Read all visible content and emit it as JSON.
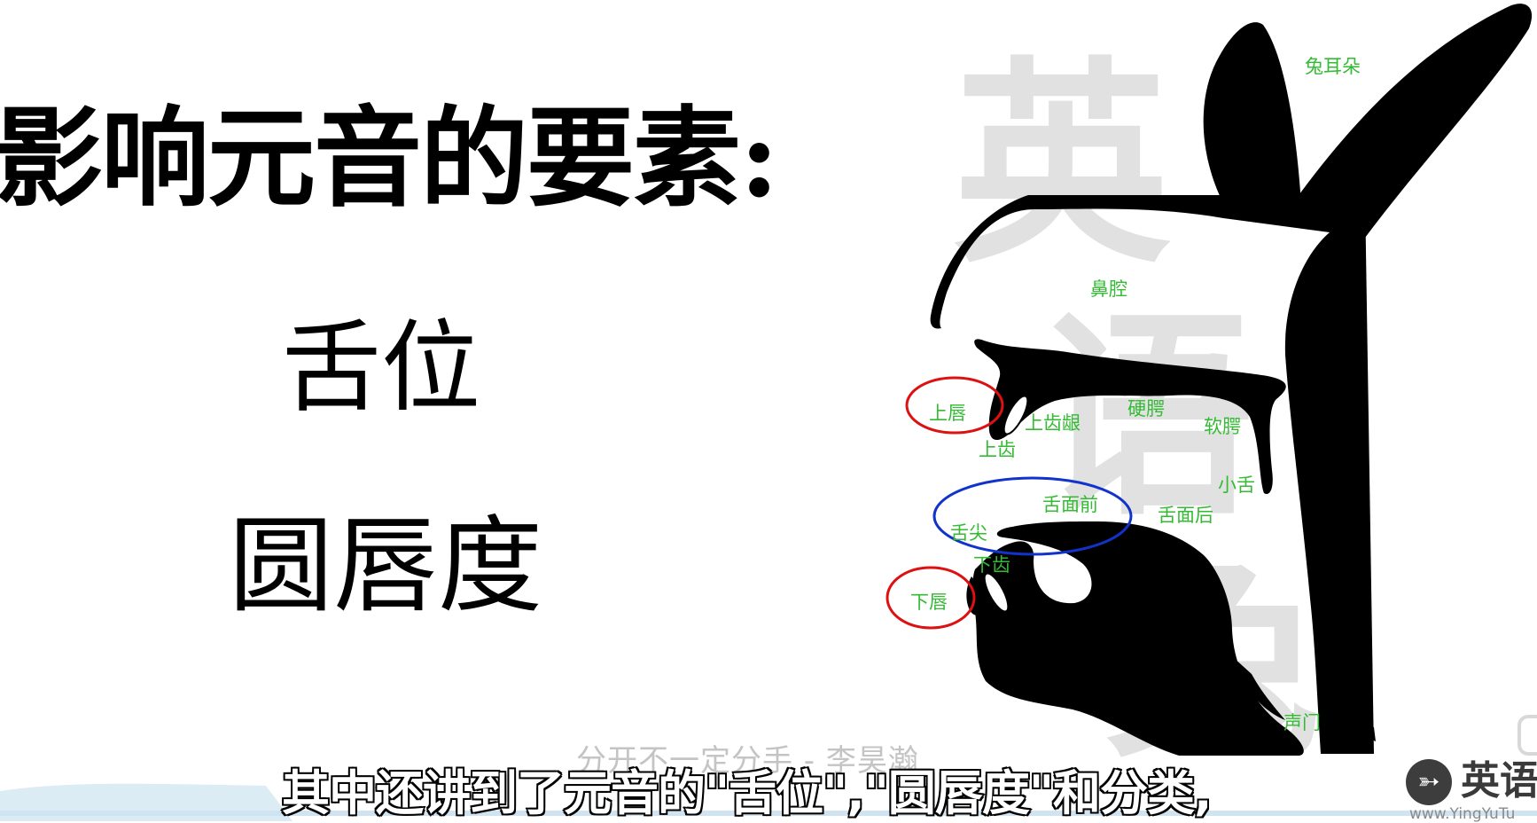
{
  "slide": {
    "title": "影响元音的要素:",
    "factors": [
      "舌位",
      "圆唇度"
    ]
  },
  "watermark": {
    "chars": [
      "英",
      "语",
      "兔"
    ]
  },
  "diagram": {
    "labels": {
      "rabbit_ear": "兔耳朵",
      "nasal_cavity": "鼻腔",
      "upper_lip": "上唇",
      "upper_teeth": "上齿",
      "alveolar_ridge": "上齿龈",
      "hard_palate": "硬腭",
      "soft_palate": "软腭",
      "uvula": "小舌",
      "tongue_front": "舌面前",
      "tongue_back": "舌面后",
      "tongue_tip": "舌尖",
      "lower_teeth": "下齿",
      "lower_lip": "下唇",
      "glottis": "声门"
    },
    "colors": {
      "label": "#33bb33",
      "lip_circle": "#dd1111",
      "tongue_circle": "#1133cc",
      "silhouette": "#000000"
    }
  },
  "overlay": {
    "song_credit": "分开不一定分手 - 李昊瀚",
    "subtitle": "其中还讲到了元音的\"舌位\",\"圆唇度\"和分类,"
  },
  "logo": {
    "icon": "rabbit-logo-icon",
    "text": "英语",
    "url": "www.YingYuTu"
  }
}
